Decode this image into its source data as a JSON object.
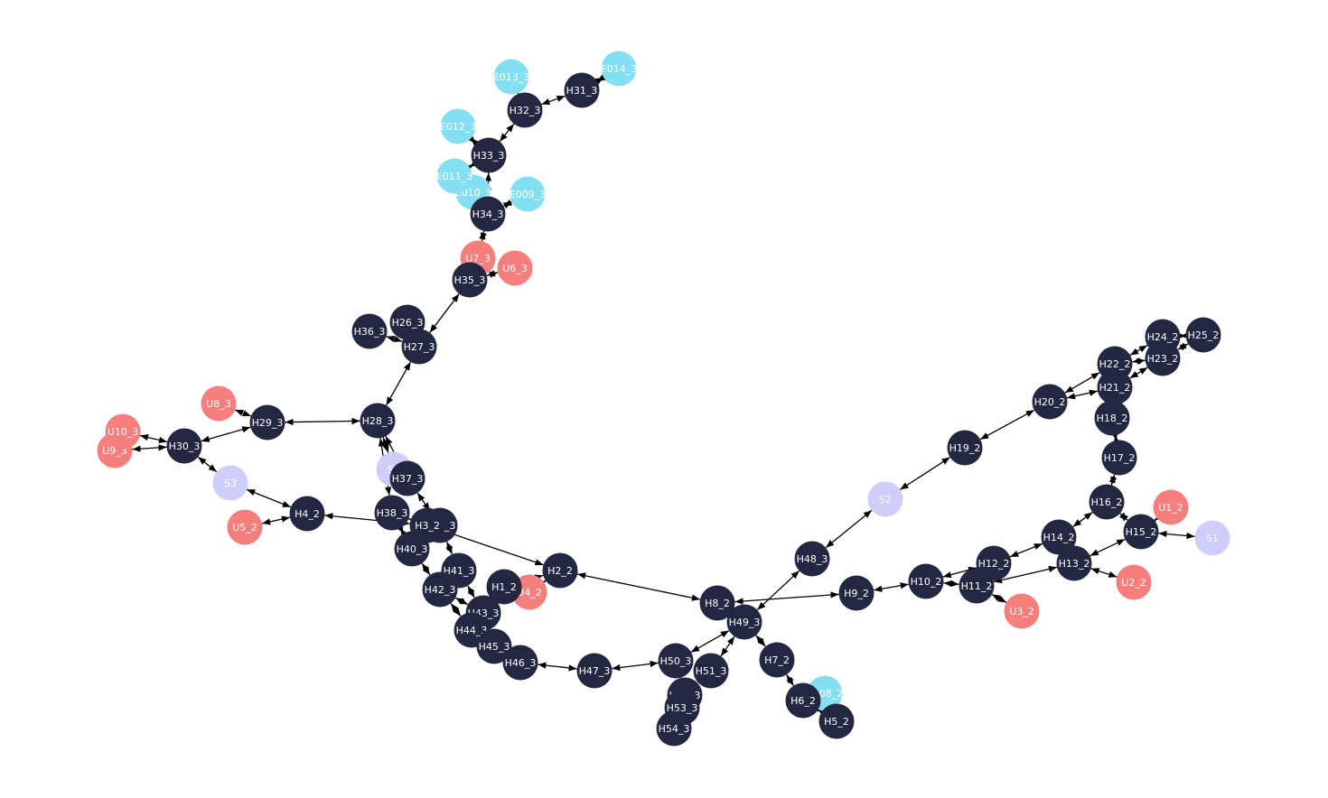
{
  "colors": {
    "hub": "#232741",
    "user": "#f67f7d",
    "edge_device": "#84dff2",
    "server": "#cfcdf9",
    "edge_line": "#000000",
    "label": "#ffffff"
  },
  "nodes": [
    {
      "id": "S1",
      "type": "server"
    },
    {
      "id": "S2",
      "type": "server"
    },
    {
      "id": "S3",
      "type": "server"
    },
    {
      "id": "S4",
      "type": "server"
    },
    {
      "id": "U1_2",
      "type": "user"
    },
    {
      "id": "U2_2",
      "type": "user"
    },
    {
      "id": "U3_2",
      "type": "user"
    },
    {
      "id": "U4_2",
      "type": "user"
    },
    {
      "id": "U5_2",
      "type": "user"
    },
    {
      "id": "U6_3",
      "type": "user"
    },
    {
      "id": "U7_3",
      "type": "user"
    },
    {
      "id": "U8_3",
      "type": "user"
    },
    {
      "id": "U9_3",
      "type": "user"
    },
    {
      "id": "U10_3",
      "type": "user"
    },
    {
      "id": "E009_3",
      "type": "edge_device"
    },
    {
      "id": "E010_3",
      "type": "edge_device"
    },
    {
      "id": "E011_3",
      "type": "edge_device"
    },
    {
      "id": "E012_3",
      "type": "edge_device"
    },
    {
      "id": "E013_3",
      "type": "edge_device"
    },
    {
      "id": "E014_3",
      "type": "edge_device"
    },
    {
      "id": "E208_2",
      "type": "edge_device"
    },
    {
      "id": "H1_2",
      "type": "hub"
    },
    {
      "id": "H2_2",
      "type": "hub"
    },
    {
      "id": "H4_2",
      "type": "hub"
    },
    {
      "id": "H5_2",
      "type": "hub"
    },
    {
      "id": "H6_2",
      "type": "hub"
    },
    {
      "id": "H7_2",
      "type": "hub"
    },
    {
      "id": "H8_2",
      "type": "hub"
    },
    {
      "id": "H9_2",
      "type": "hub"
    },
    {
      "id": "H10_2",
      "type": "hub"
    },
    {
      "id": "H11_2",
      "type": "hub"
    },
    {
      "id": "H12_2",
      "type": "hub"
    },
    {
      "id": "H13_2",
      "type": "hub"
    },
    {
      "id": "H14_2",
      "type": "hub"
    },
    {
      "id": "H15_2",
      "type": "hub"
    },
    {
      "id": "H16_2",
      "type": "hub"
    },
    {
      "id": "H17_2",
      "type": "hub"
    },
    {
      "id": "H18_2",
      "type": "hub"
    },
    {
      "id": "H19_2",
      "type": "hub"
    },
    {
      "id": "H20_2",
      "type": "hub"
    },
    {
      "id": "H21_2",
      "type": "hub"
    },
    {
      "id": "H22_2",
      "type": "hub"
    },
    {
      "id": "H23_2",
      "type": "hub"
    },
    {
      "id": "H24_2",
      "type": "hub"
    },
    {
      "id": "H25_2",
      "type": "hub"
    },
    {
      "id": "H26_3",
      "type": "hub"
    },
    {
      "id": "H27_3",
      "type": "hub"
    },
    {
      "id": "H28_3",
      "type": "hub"
    },
    {
      "id": "H29_3",
      "type": "hub"
    },
    {
      "id": "H30_3",
      "type": "hub"
    },
    {
      "id": "H31_3",
      "type": "hub"
    },
    {
      "id": "H32_3",
      "type": "hub"
    },
    {
      "id": "H33_3",
      "type": "hub"
    },
    {
      "id": "H34_3",
      "type": "hub"
    },
    {
      "id": "H35_3",
      "type": "hub"
    },
    {
      "id": "H36_3",
      "type": "hub"
    },
    {
      "id": "H37_3",
      "type": "hub"
    },
    {
      "id": "H38_3",
      "type": "hub"
    },
    {
      "id": "H39_3",
      "type": "hub"
    },
    {
      "id": "H3_2",
      "type": "hub"
    },
    {
      "id": "H40_3",
      "type": "hub"
    },
    {
      "id": "H41_3",
      "type": "hub"
    },
    {
      "id": "H42_3",
      "type": "hub"
    },
    {
      "id": "H43_3",
      "type": "hub"
    },
    {
      "id": "H44_3",
      "type": "hub"
    },
    {
      "id": "H45_3",
      "type": "hub"
    },
    {
      "id": "H46_3",
      "type": "hub"
    },
    {
      "id": "H47_3",
      "type": "hub"
    },
    {
      "id": "H48_3",
      "type": "hub"
    },
    {
      "id": "H49_3",
      "type": "hub"
    },
    {
      "id": "H50_3",
      "type": "hub"
    },
    {
      "id": "H51_3",
      "type": "hub"
    },
    {
      "id": "H52_3",
      "type": "hub"
    },
    {
      "id": "H53_3",
      "type": "hub"
    },
    {
      "id": "H54_3",
      "type": "hub"
    }
  ],
  "edges": [
    [
      "S1",
      "H15_2"
    ],
    [
      "U1_2",
      "H15_2"
    ],
    [
      "H15_2",
      "H16_2"
    ],
    [
      "H15_2",
      "H13_2"
    ],
    [
      "U2_2",
      "H13_2"
    ],
    [
      "H13_2",
      "H14_2"
    ],
    [
      "H13_2",
      "H11_2"
    ],
    [
      "H14_2",
      "H16_2"
    ],
    [
      "H14_2",
      "H12_2"
    ],
    [
      "H16_2",
      "H17_2"
    ],
    [
      "H17_2",
      "H18_2"
    ],
    [
      "H18_2",
      "H21_2"
    ],
    [
      "H21_2",
      "H22_2"
    ],
    [
      "H21_2",
      "H23_2"
    ],
    [
      "H21_2",
      "H20_2"
    ],
    [
      "H22_2",
      "H20_2"
    ],
    [
      "H22_2",
      "H24_2"
    ],
    [
      "H22_2",
      "H23_2"
    ],
    [
      "H24_2",
      "H25_2"
    ],
    [
      "H23_2",
      "H25_2"
    ],
    [
      "H24_2",
      "H23_2"
    ],
    [
      "H20_2",
      "H19_2"
    ],
    [
      "H19_2",
      "S2"
    ],
    [
      "S2",
      "H48_3"
    ],
    [
      "H48_3",
      "H49_3"
    ],
    [
      "U3_2",
      "H11_2"
    ],
    [
      "H11_2",
      "H12_2"
    ],
    [
      "H11_2",
      "H10_2"
    ],
    [
      "H12_2",
      "H10_2"
    ],
    [
      "H10_2",
      "H9_2"
    ],
    [
      "H9_2",
      "H8_2"
    ],
    [
      "H8_2",
      "H2_2"
    ],
    [
      "H8_2",
      "H49_3"
    ],
    [
      "H49_3",
      "H50_3"
    ],
    [
      "H49_3",
      "H51_3"
    ],
    [
      "H49_3",
      "H7_2"
    ],
    [
      "H7_2",
      "H6_2"
    ],
    [
      "H6_2",
      "E208_2"
    ],
    [
      "H6_2",
      "H5_2"
    ],
    [
      "H50_3",
      "H47_3"
    ],
    [
      "H50_3",
      "H52_3"
    ],
    [
      "H52_3",
      "H53_3"
    ],
    [
      "H53_3",
      "H54_3"
    ],
    [
      "H47_3",
      "H46_3"
    ],
    [
      "H46_3",
      "H45_3"
    ],
    [
      "H45_3",
      "H44_3"
    ],
    [
      "H44_3",
      "H43_3"
    ],
    [
      "H44_3",
      "H42_3"
    ],
    [
      "H43_3",
      "H42_3"
    ],
    [
      "H43_3",
      "H41_3"
    ],
    [
      "H42_3",
      "H40_3"
    ],
    [
      "H41_3",
      "H39_3"
    ],
    [
      "H40_3",
      "H38_3"
    ],
    [
      "H40_3",
      "H39_3"
    ],
    [
      "H3_2",
      "H2_2"
    ],
    [
      "H2_2",
      "U4_2"
    ],
    [
      "H2_2",
      "H1_2"
    ],
    [
      "H3_2",
      "H38_3"
    ],
    [
      "H3_2",
      "H4_2"
    ],
    [
      "H39_3",
      "H37_3"
    ],
    [
      "H38_3",
      "H28_3"
    ],
    [
      "H37_3",
      "H28_3"
    ],
    [
      "S4",
      "H28_3"
    ],
    [
      "H28_3",
      "H29_3"
    ],
    [
      "H28_3",
      "H27_3"
    ],
    [
      "H27_3",
      "H26_3"
    ],
    [
      "H27_3",
      "H36_3"
    ],
    [
      "H27_3",
      "H35_3"
    ],
    [
      "H35_3",
      "U6_3"
    ],
    [
      "H35_3",
      "U7_3"
    ],
    [
      "U7_3",
      "H34_3"
    ],
    [
      "H34_3",
      "E009_3"
    ],
    [
      "H34_3",
      "E010_3"
    ],
    [
      "H34_3",
      "H33_3"
    ],
    [
      "H33_3",
      "E011_3"
    ],
    [
      "H33_3",
      "E012_3"
    ],
    [
      "H33_3",
      "H32_3"
    ],
    [
      "H32_3",
      "E013_3"
    ],
    [
      "H32_3",
      "H31_3"
    ],
    [
      "H31_3",
      "E014_3"
    ],
    [
      "H29_3",
      "U8_3"
    ],
    [
      "H29_3",
      "H30_3"
    ],
    [
      "H30_3",
      "U10_3"
    ],
    [
      "H30_3",
      "U9_3"
    ],
    [
      "H30_3",
      "S3"
    ],
    [
      "S3",
      "H4_2"
    ],
    [
      "H4_2",
      "U5_2"
    ]
  ]
}
